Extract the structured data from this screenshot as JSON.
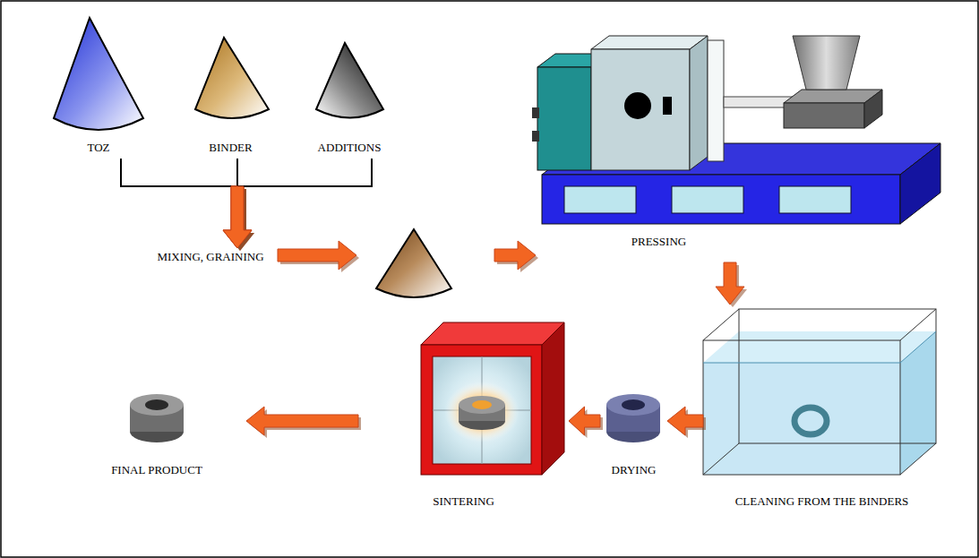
{
  "diagram": {
    "nodes": [
      {
        "text": [
          "TOZ"
        ]
      },
      {
        "text": [
          "BINDER"
        ]
      },
      {
        "text": [
          "ADDITIONS"
        ]
      },
      {
        "text": [
          "MIXING, GRAINING"
        ]
      },
      {
        "text": [
          "PRESSING"
        ]
      },
      {
        "text": [
          "CLEANING FROM THE BINDERS"
        ]
      },
      {
        "text": [
          "DRYING"
        ]
      },
      {
        "text": [
          "SINTERING"
        ]
      },
      {
        "text": [
          "FINAL PRODUCT"
        ]
      }
    ],
    "edges": [
      {
        "from": 0,
        "to": 3,
        "arrow": "to"
      },
      {
        "from": 1,
        "to": 3,
        "arrow": "to"
      },
      {
        "from": 2,
        "to": 3,
        "arrow": "to"
      },
      {
        "from": 3,
        "to": 4,
        "arrow": "to"
      },
      {
        "from": 4,
        "to": 5,
        "arrow": "to"
      },
      {
        "from": 5,
        "to": 6,
        "arrow": "to"
      },
      {
        "from": 6,
        "to": 7,
        "arrow": "to"
      },
      {
        "from": 7,
        "to": 8,
        "arrow": "to"
      }
    ]
  }
}
